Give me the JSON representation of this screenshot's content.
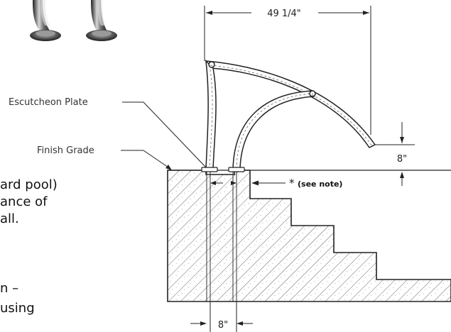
{
  "labels": {
    "escutcheon_plate": "Escutcheon Plate",
    "finish_grade": "Finish Grade",
    "width_dim": "49 1/4\"",
    "height_dim": "8\"",
    "base_dim": "8\"",
    "note_star": "*",
    "note_text": "(see note)"
  },
  "cropped_text": {
    "line1": "ard pool)",
    "line2": "ance of",
    "line3": "all.",
    "line4": "n –",
    "line5": "using"
  }
}
